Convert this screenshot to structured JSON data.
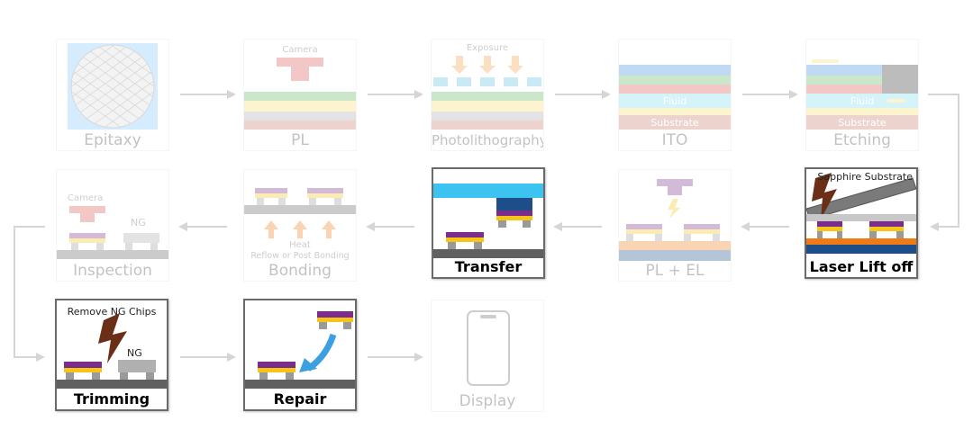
{
  "steps": [
    {
      "id": "epitaxy",
      "label": "Epitaxy",
      "active": false
    },
    {
      "id": "pl",
      "label": "PL",
      "active": false,
      "note": "Camera"
    },
    {
      "id": "photolithography",
      "label": "Photolithography",
      "active": false,
      "note": "Exposure"
    },
    {
      "id": "ito",
      "label": "ITO",
      "active": false,
      "layers": [
        "Fluid",
        "Substrate"
      ]
    },
    {
      "id": "etching",
      "label": "Etching",
      "active": false,
      "layers": [
        "Fluid",
        "Substrate"
      ]
    },
    {
      "id": "laser-lift-off",
      "label": "Laser Lift off",
      "active": true,
      "note": "Sapphire Substrate"
    },
    {
      "id": "pl-el",
      "label": "PL + EL",
      "active": false
    },
    {
      "id": "transfer",
      "label": "Transfer",
      "active": true
    },
    {
      "id": "bonding",
      "label": "Bonding",
      "active": false,
      "note": "Heat",
      "note2": "Reflow or Post Bonding"
    },
    {
      "id": "inspection",
      "label": "Inspection",
      "active": false,
      "note": "Camera",
      "note2": "NG"
    },
    {
      "id": "trimming",
      "label": "Trimming",
      "active": true,
      "note": "Remove NG Chips",
      "note2": "NG"
    },
    {
      "id": "repair",
      "label": "Repair",
      "active": true
    },
    {
      "id": "display",
      "label": "Display",
      "active": false
    }
  ],
  "colors": {
    "purple": "#7b2d8b",
    "yellow": "#f5c518",
    "gray": "#9a9a9a",
    "dark": "#606060",
    "blue": "#1f77b4",
    "light_blue": "#3cc3f0",
    "navy": "#1d4e89",
    "orange": "#f07a13",
    "lightning": "#6b2e16"
  }
}
